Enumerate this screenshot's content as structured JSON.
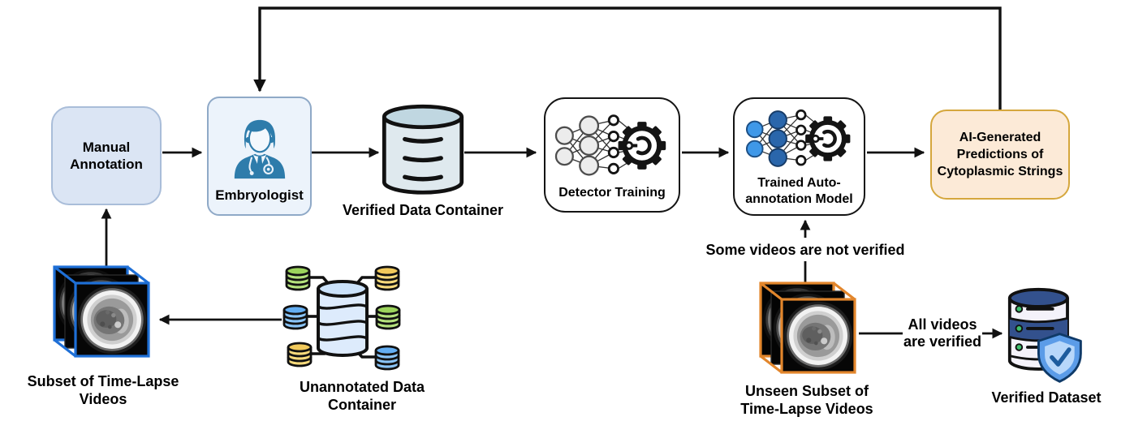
{
  "nodes": {
    "manual_annotation": {
      "lines": [
        "Manual",
        "Annotation"
      ]
    },
    "embryologist": {
      "label": "Embryologist",
      "icon": "doctor-icon"
    },
    "verified_data_container": {
      "label": "Verified Data Container",
      "icon": "database-cylinder-icon"
    },
    "detector_training": {
      "label": "Detector Training",
      "icon": "neural-network-gear-icon"
    },
    "trained_model": {
      "lines": [
        "Trained Auto-",
        "annotation Model"
      ],
      "icon": "neural-network-gear-icon-blue"
    },
    "ai_predictions": {
      "lines": [
        "AI-Generated",
        "Predictions of",
        "Cytoplasmic Strings"
      ]
    },
    "subset_videos": {
      "lines": [
        "Subset of Time-Lapse",
        "Videos"
      ],
      "icon": "video-cube-blue-icon"
    },
    "unannotated_container": {
      "lines": [
        "Unannotated Data",
        "Container"
      ],
      "icon": "distributed-database-icon"
    },
    "unseen_subset": {
      "lines": [
        "Unseen Subset of",
        "Time-Lapse Videos"
      ],
      "icon": "video-cube-orange-icon"
    },
    "verified_dataset": {
      "label": "Verified Dataset",
      "icon": "database-shield-check-icon"
    }
  },
  "annotations": {
    "some_not_verified": "Some videos are not verified",
    "all_verified_lines": [
      "All videos",
      "are verified"
    ]
  },
  "colors": {
    "manual_box_fill": "#dbe5f4",
    "manual_box_border": "#a9bdd9",
    "embryologist_box_fill": "#ecf3fb",
    "embryologist_box_border": "#8fa9c7",
    "doctor_blue": "#2e7cab",
    "model_box_border": "#141414",
    "ai_box_fill": "#fcead7",
    "ai_box_border": "#d5a73d",
    "cube_blue": "#1e6fd6",
    "cube_orange": "#e2862c",
    "nn_node_gray": "#ececec",
    "nn_node_blue_light": "#3f98e8",
    "nn_node_blue_dark": "#2a66ab",
    "db_cylinder_fill": "#dfe9ee",
    "db_cylinder_top": "#c0d7e1",
    "satellite_green": "#b5e27d",
    "satellite_yellow": "#f7da7b",
    "satellite_blue": "#8ac4f7",
    "db_navy": "#33518d",
    "dot_green": "#3fbf6e",
    "shield_blue": "#5b9ce8",
    "shield_inner": "#b7d7fa",
    "arrow_black": "#111111"
  }
}
